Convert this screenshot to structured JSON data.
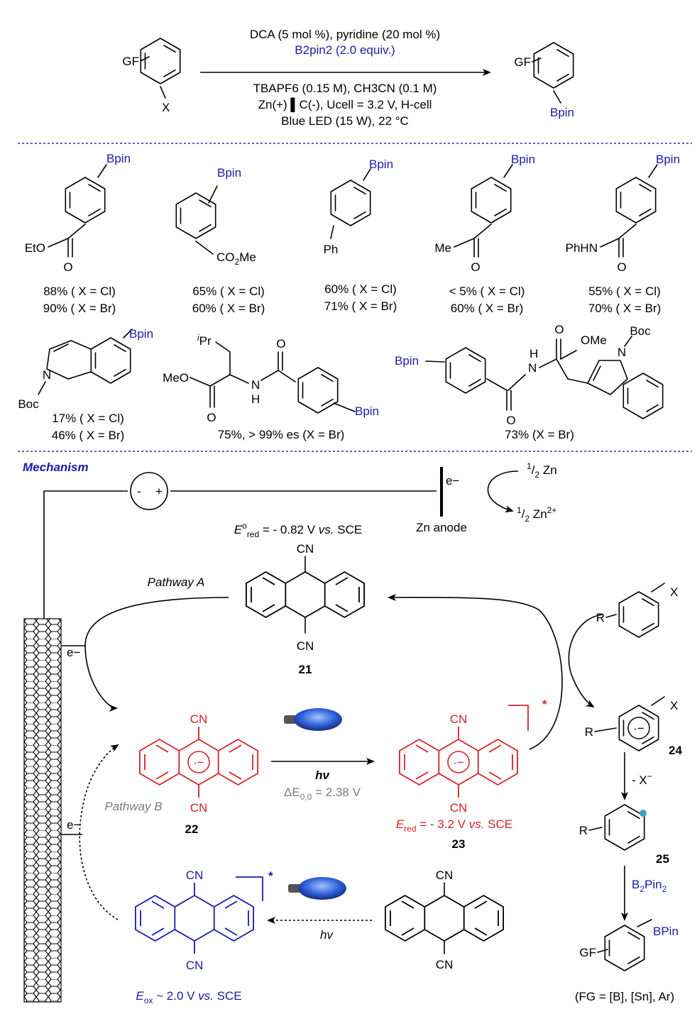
{
  "reaction": {
    "sm_fg": "GF",
    "sm_x": "X",
    "prod_fg": "GF",
    "prod_bpin": "Bpin",
    "cond_line1": "DCA (5 mol %), pyridine (20 mol %)",
    "cond_line2": "B2pin2 (2.0 equiv.)",
    "cond_line3": "TBAPF6 (0.15 M), CH3CN (0.1 M)",
    "cond_line4": "Zn(+) ▌C(-), Ucell = 3.2 V, H-cell",
    "cond_line5": "Blue LED (15 W), 22 °C"
  },
  "substrates": [
    {
      "label": "Bpin",
      "group": "EtO",
      "y1": "88% ( X = Cl)",
      "y2": "90% ( X = Br)"
    },
    {
      "label": "Bpin",
      "group": "CO2Me",
      "y1": "65% ( X = Cl)",
      "y2": "60% ( X = Br)"
    },
    {
      "label": "Bpin",
      "group": "Ph",
      "y1": "60% ( X = Cl)",
      "y2": "71% ( X = Br)"
    },
    {
      "label": "Bpin",
      "group": "Me",
      "y1": "< 5% ( X = Cl)",
      "y2": "60% ( X = Br)"
    },
    {
      "label": "Bpin",
      "group": "PhHN",
      "y1": "55% ( X = Cl)",
      "y2": "70% ( X = Br)"
    },
    {
      "label": "Bpin",
      "group": "Boc",
      "y1": "17% ( X = Cl)",
      "y2": "46% ( X = Br)"
    },
    {
      "label": "Bpin",
      "group": "MeO",
      "y1": "75%, > 99% es (X = Br)",
      "y2": ""
    },
    {
      "label": "Bpin",
      "group": "OMe",
      "y1": "73% (X = Br)",
      "y2": ""
    }
  ],
  "mechanism": {
    "title": "Mechanism",
    "battery_minus": "-",
    "battery_plus": "+",
    "e_minus": "e−",
    "half_zn": "1/2 Zn",
    "half_zn2": "1/2 Zn2+",
    "zn_anode": "Zn anode",
    "e_red_zero": "Eored = - 0.82 V vs. SCE",
    "pathway_a": "Pathway A",
    "pathway_b": "Pathway B",
    "cn": "CN",
    "cmpd21": "21",
    "cmpd22": "22",
    "cmpd23": "23",
    "cmpd24": "24",
    "cmpd25": "25",
    "hv": "hν",
    "delta_e": "ΔE0,0 = 2.38 V",
    "e_red": "Ered = - 3.2 V vs. SCE",
    "e_ox": "Eox ~ 2.0 V vs. SCE",
    "minus_x": "- X−",
    "b2pin2": "B2Pin2",
    "bpin_final": "BPin",
    "fg_note": "(FG = [B], [Sn], Ar)",
    "r": "R",
    "x": "X",
    "star": "*"
  },
  "colors": {
    "blue": "#1a1aa8",
    "red": "#d2232a",
    "separator": "#2b2bb0"
  }
}
